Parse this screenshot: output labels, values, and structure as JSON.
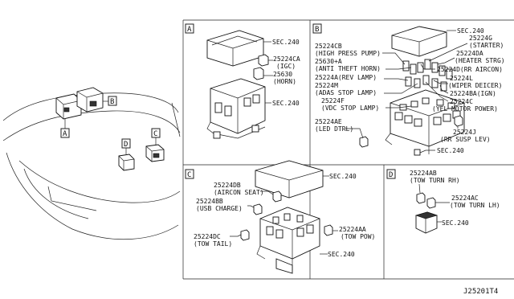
{
  "panels": {
    "a": {
      "letter": "A",
      "cover": "SEC.240",
      "p1_num": "25224CA",
      "p1_name": "(IGC)",
      "p2_num": "25630",
      "p2_name": "(HORN)",
      "block": "SEC.240"
    },
    "b": {
      "letter": "B",
      "sec_top": "SEC.240",
      "cb_num": "25224CB",
      "cb_name": "(HIGH PRESS PUMP)",
      "a_num": "25630+A",
      "a_name": "(ANTI THEFT HORN)",
      "rev": "25224A(REV LAMP)",
      "m_num": "25224M",
      "m_name": "(ADAS STOP LAMP)",
      "f_num": "25224F",
      "f_name": "(VDC STOP LAMP)",
      "ae_num": "25224AE",
      "ae_name": "(LED DTRL)",
      "g_num": "25224G",
      "g_name": "(STARTER)",
      "da_num": "25224DA",
      "da_name": "(HEATER STRG)",
      "dd": "25224D(RR AIRCON)",
      "l_num": "25224L",
      "l_name": "(WIPER DEICER)",
      "ba": "25224BA(IGN)",
      "c_num": "25224C",
      "c_name": "(YEL MOTOR POWER)",
      "j_num": "25224J",
      "j_name": "(RR SUSP LEV)",
      "sec_bot": "SEC.240"
    },
    "c": {
      "letter": "C",
      "cover": "SEC.240",
      "db_num": "25224DB",
      "db_name": "(AIRCON SEAT)",
      "bb_num": "25224BB",
      "bb_name": "(USB CHARGE)",
      "aa_num": "25224AA",
      "aa_name": "(TOW POW)",
      "dc_num": "25224DC",
      "dc_name": "(TOW TAIL)",
      "block": "SEC.240"
    },
    "d": {
      "letter": "D",
      "ab_num": "25224AB",
      "ab_name": "(TOW TURN RH)",
      "ac_num": "25224AC",
      "ac_name": "(TOW TURN LH)",
      "sec": "SEC.240"
    }
  },
  "overview": {
    "a": "A",
    "b": "B",
    "c": "C",
    "d": "D"
  },
  "diagram_id": "J25201T4"
}
